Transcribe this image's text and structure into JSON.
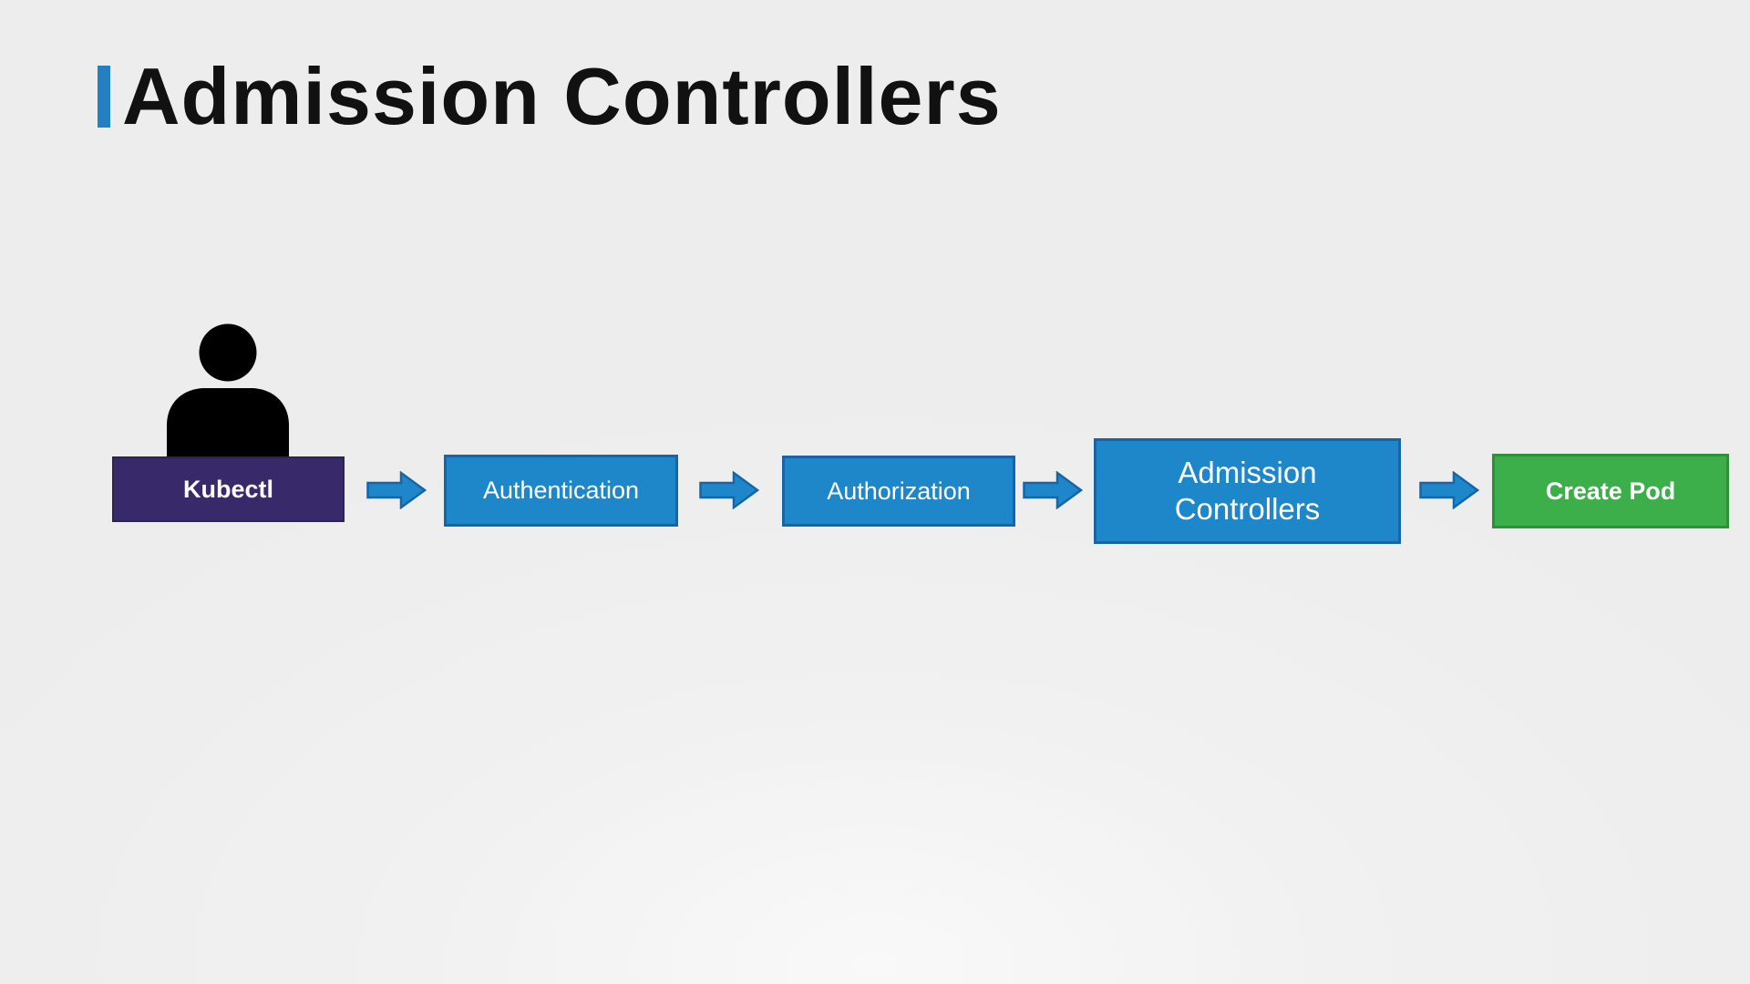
{
  "slide": {
    "title": "Admission Controllers"
  },
  "colors": {
    "title_accent": "#2380C3",
    "title_text": "#111111",
    "background": "#EFEFEF",
    "node_purple_fill": "#38296B",
    "node_purple_border": "#2D215A",
    "node_blue_fill": "#1E87C9",
    "node_blue_border": "#1565A8",
    "node_green_fill": "#3CAF4A",
    "node_green_border": "#2F9038",
    "arrow_fill": "#1E87C9",
    "arrow_border": "#1565A8",
    "user_icon_color": "#000000"
  },
  "flow": {
    "nodes": [
      {
        "label": "Kubectl"
      },
      {
        "label": "Authentication"
      },
      {
        "label": "Authorization"
      },
      {
        "label": "Admission Controllers"
      },
      {
        "label": "Create Pod"
      }
    ]
  }
}
